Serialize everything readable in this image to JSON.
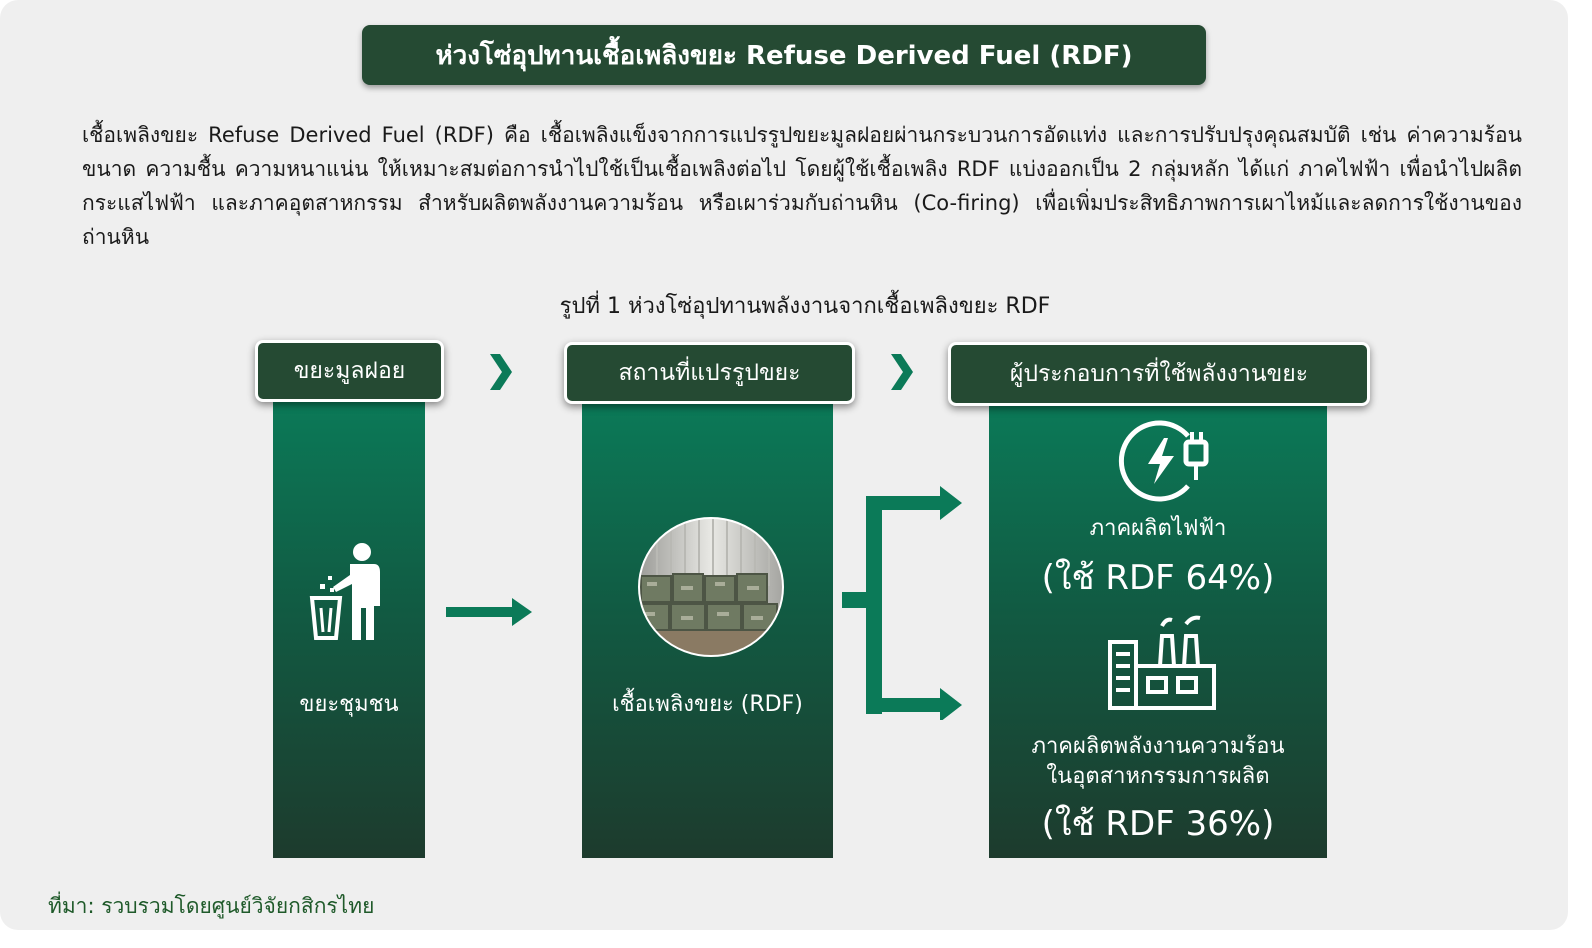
{
  "title": "ห่วงโซ่อุปทานเชื้อเพลิงขยะ Refuse Derived Fuel (RDF)",
  "intro": "เชื้อเพลิงขยะ Refuse Derived Fuel (RDF) คือ เชื้อเพลิงแข็งจากการแปรรูปขยะมูลฝอยผ่านกระบวนการอัดแท่ง และการปรับปรุงคุณสมบัติ เช่น ค่าความร้อน ขนาด ความชื้น ความหนาแน่น ให้เหมาะสมต่อการนำไปใช้เป็นเชื้อเพลิงต่อไป โดยผู้ใช้เชื้อเพลิง RDF แบ่งออกเป็น 2 กลุ่มหลัก ได้แก่ ภาคไฟฟ้า เพื่อนำไปผลิตกระแสไฟฟ้า และภาคอุตสาหกรรม สำหรับผลิตพลังงานความร้อน หรือเผาร่วมกับถ่านหิน (Co-firing) เพื่อเพิ่มประสิทธิภาพการเผาไหม้และลดการใช้งานของถ่านหิน",
  "figure_caption": "รูปที่ 1 ห่วงโซ่อุปทานพลังงานจากเชื้อเพลิงขยะ RDF",
  "stages": {
    "waste": {
      "header": "ขยะมูลฝอย",
      "label": "ขยะชุมชน",
      "icon": "person-trash-icon"
    },
    "plant": {
      "header": "สถานที่แปรรูปขยะ",
      "label": "เชื้อเพลิงขยะ (RDF)",
      "icon": "rdf-bales-photo"
    },
    "users": {
      "header": "ผู้ประกอบการที่ใช้พลังงานขยะ",
      "power": {
        "label": "ภาคผลิตไฟฟ้า",
        "share": "(ใช้ RDF 64%)",
        "share_value": 64,
        "icon": "electric-plug-icon"
      },
      "industry": {
        "label_line1": "ภาคผลิตพลังงานความร้อน",
        "label_line2": "ในอุตสาหกรรมการผลิต",
        "share": "(ใช้ RDF 36%)",
        "share_value": 36,
        "icon": "factory-icon"
      }
    }
  },
  "source": "ที่มา: รวบรวมโดยศูนย์วิจัยกสิกรไทย",
  "colors": {
    "header_bg": "#254a33",
    "column_top": "#0b7a58",
    "column_bottom": "#1d3b2d",
    "arrow": "#0b7a58",
    "source_text": "#1f5a2a"
  }
}
